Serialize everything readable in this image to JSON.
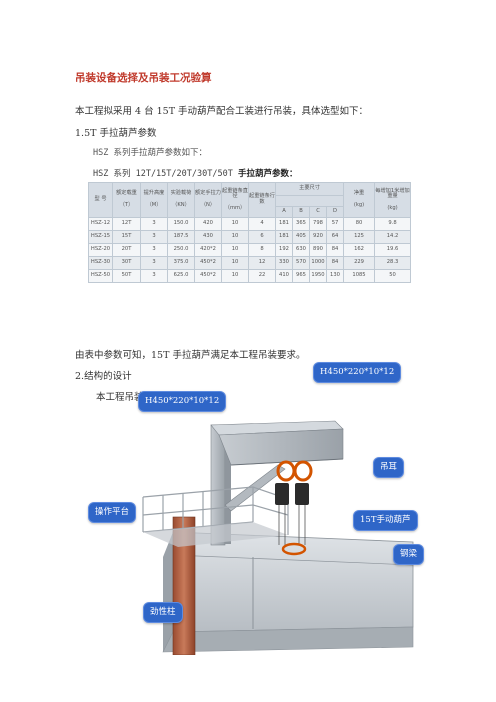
{
  "doc": {
    "title": "吊装设备选择及吊装工况验算",
    "intro": "本工程拟采用 4 台 15T 手动葫芦配合工装进行吊装，具体选型如下：",
    "section1": "1.5T 手拉葫芦参数",
    "section1_sub": "HSZ 系列手拉葫芦参数如下：",
    "table_caption_prefix": "HSZ 系列 12T/15T/20T/30T/50T ",
    "table_caption_bold": "手拉葫芦参数：",
    "conclusion": "由表中参数可知，15T 手拉葫芦满足本工程吊装要求。",
    "section2": "2.结构的设计",
    "section2_sub": "本工程吊装工装结构设计如下："
  },
  "table": {
    "headers": {
      "model": "型 号",
      "rated_load": "额定载重",
      "rated_load_unit": "（T）",
      "lift_height": "提升高度",
      "lift_height_unit": "（M）",
      "test_load": "实验载荷",
      "test_load_unit": "（KN）",
      "pull_force": "额定手拉力",
      "pull_force_unit": "（N）",
      "chain_dia": "起重链条直径",
      "chain_dia_unit": "（mm）",
      "chain_rows": "起重链条行数",
      "dimensions": "主要尺寸",
      "dim_a": "A",
      "dim_b": "B",
      "dim_c": "C",
      "dim_d": "D",
      "net_weight": "净重",
      "net_weight_unit": "(kg)",
      "extra_weight": "每增加1米增加重量",
      "extra_weight_unit": "(kg)"
    },
    "rows": [
      {
        "model": "HSZ-12",
        "load": "12T",
        "height": "3",
        "test": "150.0",
        "pull": "420",
        "dia": "10",
        "rows": "4",
        "a": "181",
        "b": "365",
        "c": "798",
        "d": "57",
        "net": "80",
        "extra": "9.8"
      },
      {
        "model": "HSZ-15",
        "load": "15T",
        "height": "3",
        "test": "187.5",
        "pull": "430",
        "dia": "10",
        "rows": "6",
        "a": "181",
        "b": "405",
        "c": "920",
        "d": "64",
        "net": "125",
        "extra": "14.2"
      },
      {
        "model": "HSZ-20",
        "load": "20T",
        "height": "3",
        "test": "250.0",
        "pull": "420*2",
        "dia": "10",
        "rows": "8",
        "a": "192",
        "b": "630",
        "c": "890",
        "d": "84",
        "net": "162",
        "extra": "19.6"
      },
      {
        "model": "HSZ-30",
        "load": "30T",
        "height": "3",
        "test": "375.0",
        "pull": "450*2",
        "dia": "10",
        "rows": "12",
        "a": "330",
        "b": "570",
        "c": "1000",
        "d": "84",
        "net": "229",
        "extra": "28.3"
      },
      {
        "model": "HSZ-50",
        "load": "50T",
        "height": "3",
        "test": "625.0",
        "pull": "450*2",
        "dia": "10",
        "rows": "22",
        "a": "410",
        "b": "965",
        "c": "1950",
        "d": "130",
        "net": "1085",
        "extra": "50"
      }
    ]
  },
  "diagram": {
    "callouts": {
      "beam_left": "H450*220*10*12",
      "beam_right": "H450*220*10*12",
      "lifting_lug": "吊耳",
      "platform": "操作平台",
      "hoist": "15T手动葫芦",
      "steel_beam": "钢梁",
      "stiff_column": "劲性柱"
    },
    "colors": {
      "callout_fill": "#2f66c8",
      "hoist_ring": "#d35400",
      "column": "#b5603f",
      "steel_grey": "#a9afb5"
    }
  }
}
